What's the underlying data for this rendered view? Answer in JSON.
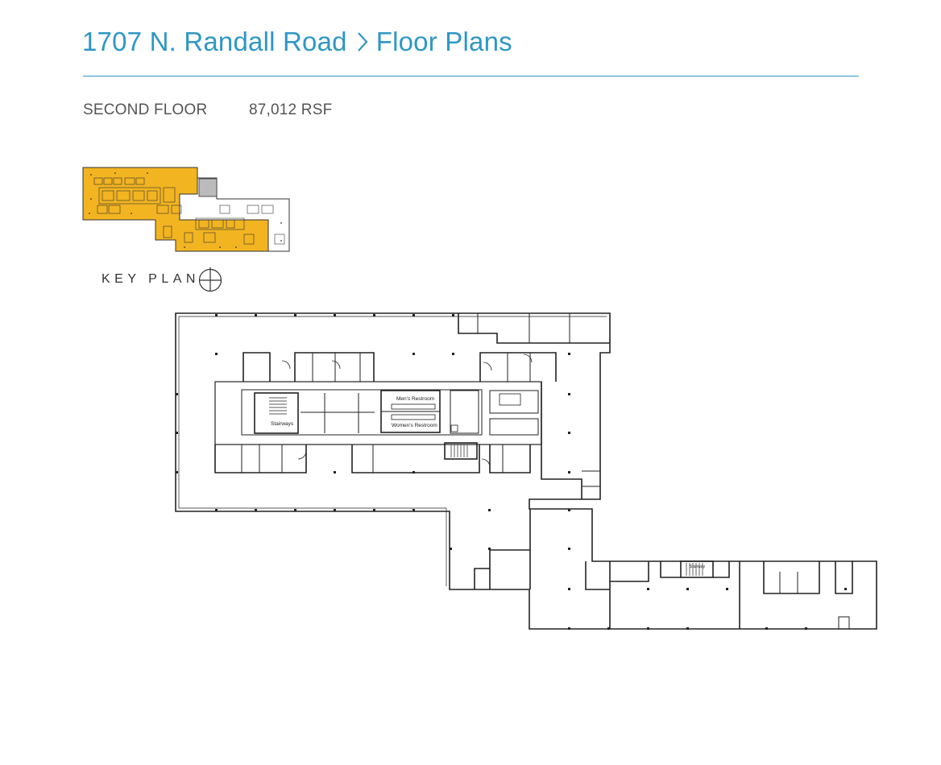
{
  "breadcrumb": {
    "property": "1707 N. Randall Road",
    "section": "Floor Plans",
    "separator_icon": "chevron-right-icon"
  },
  "floor": {
    "name": "SECOND FLOOR",
    "area": "87,012 RSF"
  },
  "key_plan": {
    "label": "KEY PLAN",
    "highlight_color": "#f2b421",
    "north_icon": "north-arrow-icon"
  },
  "plan": {
    "labels": {
      "stairways": "Stairways",
      "mens": "Men's Restroom",
      "womens": "Women's Restroom",
      "stairway_small": "Stairway"
    }
  },
  "colors": {
    "accent": "#2f97c4",
    "text": "#545454",
    "line": "#222222"
  }
}
